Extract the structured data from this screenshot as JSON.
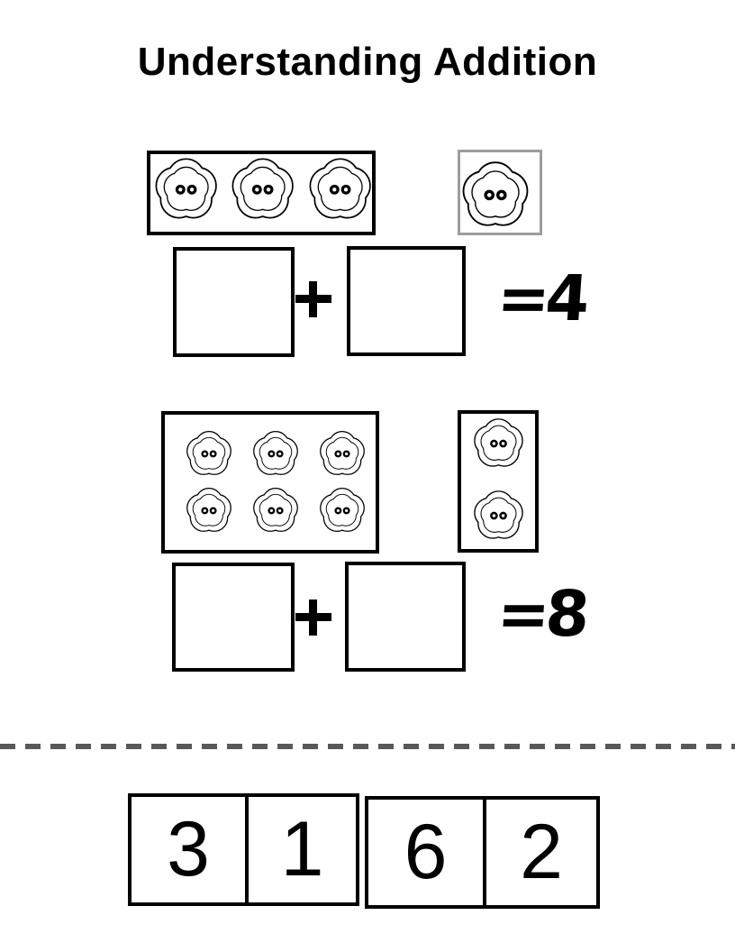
{
  "page": {
    "title": "Understanding Addition",
    "background_color": "#ffffff",
    "ink_color": "#000000"
  },
  "icons": {
    "counter": "flower-button-icon"
  },
  "problems": [
    {
      "group_a_count": 3,
      "group_b_count": 1,
      "operator": "+",
      "blank_a": "",
      "blank_b": "",
      "result_text": "=4",
      "sum": 4
    },
    {
      "group_a_count": 6,
      "group_b_count": 2,
      "operator": "+",
      "blank_a": "",
      "blank_b": "",
      "result_text": "=8",
      "sum": 8
    }
  ],
  "cut_line": {
    "style": "dashed",
    "color": "#595959"
  },
  "answer_tiles": {
    "tiles": [
      "3",
      "1",
      "6",
      "2"
    ]
  },
  "colors": {
    "group_box_border": "#000000",
    "single_box_border": "#9d9d9d"
  }
}
